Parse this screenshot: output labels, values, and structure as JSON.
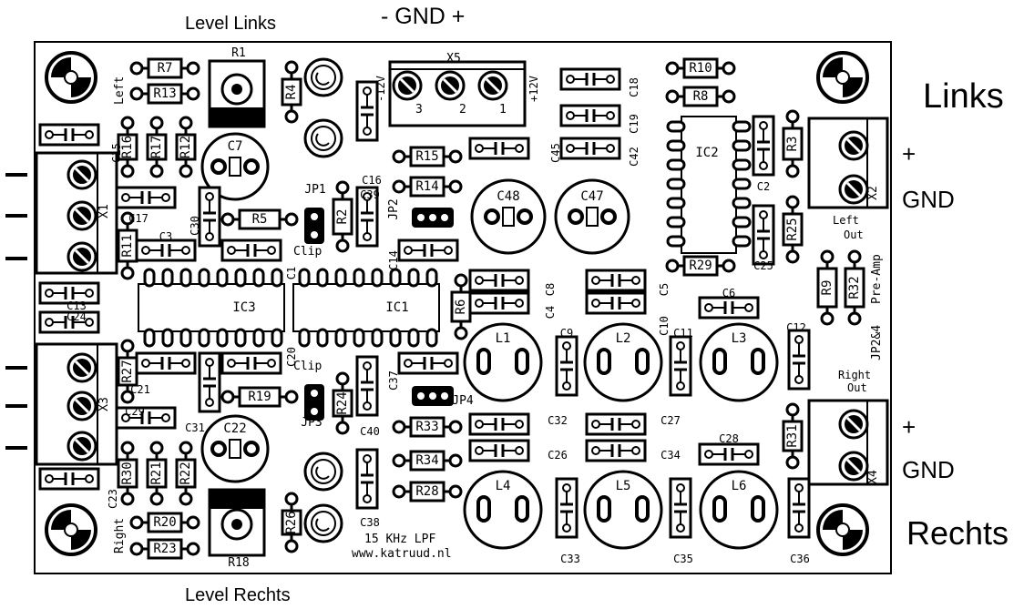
{
  "outer_labels": {
    "level_links": "Level Links",
    "level_rechts": "Level Rechts",
    "power": "- GND +",
    "links": "Links",
    "rechts": "Rechts",
    "out_left_plus": "+",
    "out_left_gnd": "GND",
    "out_right_plus": "+",
    "out_right_gnd": "GND"
  },
  "board": {
    "side_left": "Left",
    "side_right": "Right",
    "x5_neg": "-12V",
    "x5_pos": "+12V",
    "pin_3": "3",
    "pin_2": "2",
    "pin_1": "1",
    "clip": "Clip",
    "left_out_1": "Left",
    "left_out_2": "Out",
    "right_out_1": "Right",
    "right_out_2": "Out",
    "preamp": "Pre-Amp",
    "jp_note": "JP2&4",
    "footer_1": "15 KHz LPF",
    "footer_2": "www.katruud.nl"
  },
  "parts": {
    "R1": "R1",
    "R2": "R2",
    "R3": "R3",
    "R4": "R4",
    "R5": "R5",
    "R6": "R6",
    "R7": "R7",
    "R8": "R8",
    "R9": "R9",
    "R10": "R10",
    "R11": "R11",
    "R12": "R12",
    "R13": "R13",
    "R14": "R14",
    "R15": "R15",
    "R16": "R16",
    "R17": "R17",
    "R18": "R18",
    "R19": "R19",
    "R20": "R20",
    "R21": "R21",
    "R22": "R22",
    "R23": "R23",
    "R24": "R24",
    "R25": "R25",
    "R26": "R26",
    "R27": "R27",
    "R28": "R28",
    "R29": "R29",
    "R30": "R30",
    "R31": "R31",
    "R32": "R32",
    "R33": "R33",
    "R34": "R34",
    "C1": "C1",
    "C2": "C2",
    "C3": "C3",
    "C4": "C4",
    "C5": "C5",
    "C6": "C6",
    "C7": "C7",
    "C8": "C8",
    "C9": "C9",
    "C10": "C10",
    "C11": "C11",
    "C12": "C12",
    "C13": "C13",
    "C14": "C14",
    "C15": "C15",
    "C16": "C16",
    "C17": "C17",
    "C18": "C18",
    "C19": "C19",
    "C20": "C20",
    "C21": "C21",
    "C22": "C22",
    "C23": "C23",
    "C24": "C24",
    "C25": "C25",
    "C26": "C26",
    "C27": "C27",
    "C28": "C28",
    "C29": "C29",
    "C30": "C30",
    "C31": "C31",
    "C32": "C32",
    "C33": "C33",
    "C34": "C34",
    "C35": "C35",
    "C36": "C36",
    "C37": "C37",
    "C38": "C38",
    "C39": "C39",
    "C40": "C40",
    "C42": "C42",
    "C45": "C45",
    "C47": "C47",
    "C48": "C48",
    "IC1": "IC1",
    "IC2": "IC2",
    "IC3": "IC3",
    "L1": "L1",
    "L2": "L2",
    "L3": "L3",
    "L4": "L4",
    "L5": "L5",
    "L6": "L6",
    "X1": "X1",
    "X2": "X2",
    "X3": "X3",
    "X4": "X4",
    "X5": "X5",
    "JP1": "JP1",
    "JP2": "JP2",
    "JP3": "JP3",
    "JP4": "JP4"
  }
}
